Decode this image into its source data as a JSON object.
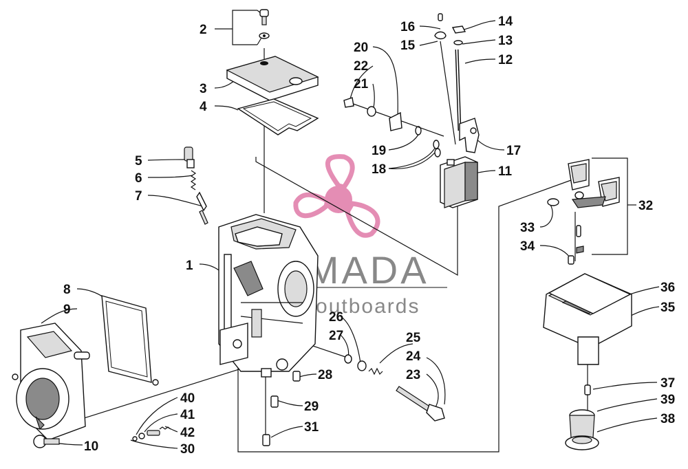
{
  "watermark": {
    "brand": "ARMADA",
    "tagline": "marine outboards",
    "logo_color": "#e07aa8",
    "text_color": "#888888"
  },
  "callouts": [
    "1",
    "2",
    "3",
    "4",
    "5",
    "6",
    "7",
    "8",
    "9",
    "10",
    "11",
    "12",
    "13",
    "14",
    "15",
    "16",
    "17",
    "18",
    "19",
    "20",
    "21",
    "22",
    "23",
    "24",
    "25",
    "26",
    "27",
    "28",
    "29",
    "30",
    "31",
    "32",
    "33",
    "34",
    "35",
    "36",
    "37",
    "38",
    "39",
    "40",
    "41",
    "42"
  ]
}
